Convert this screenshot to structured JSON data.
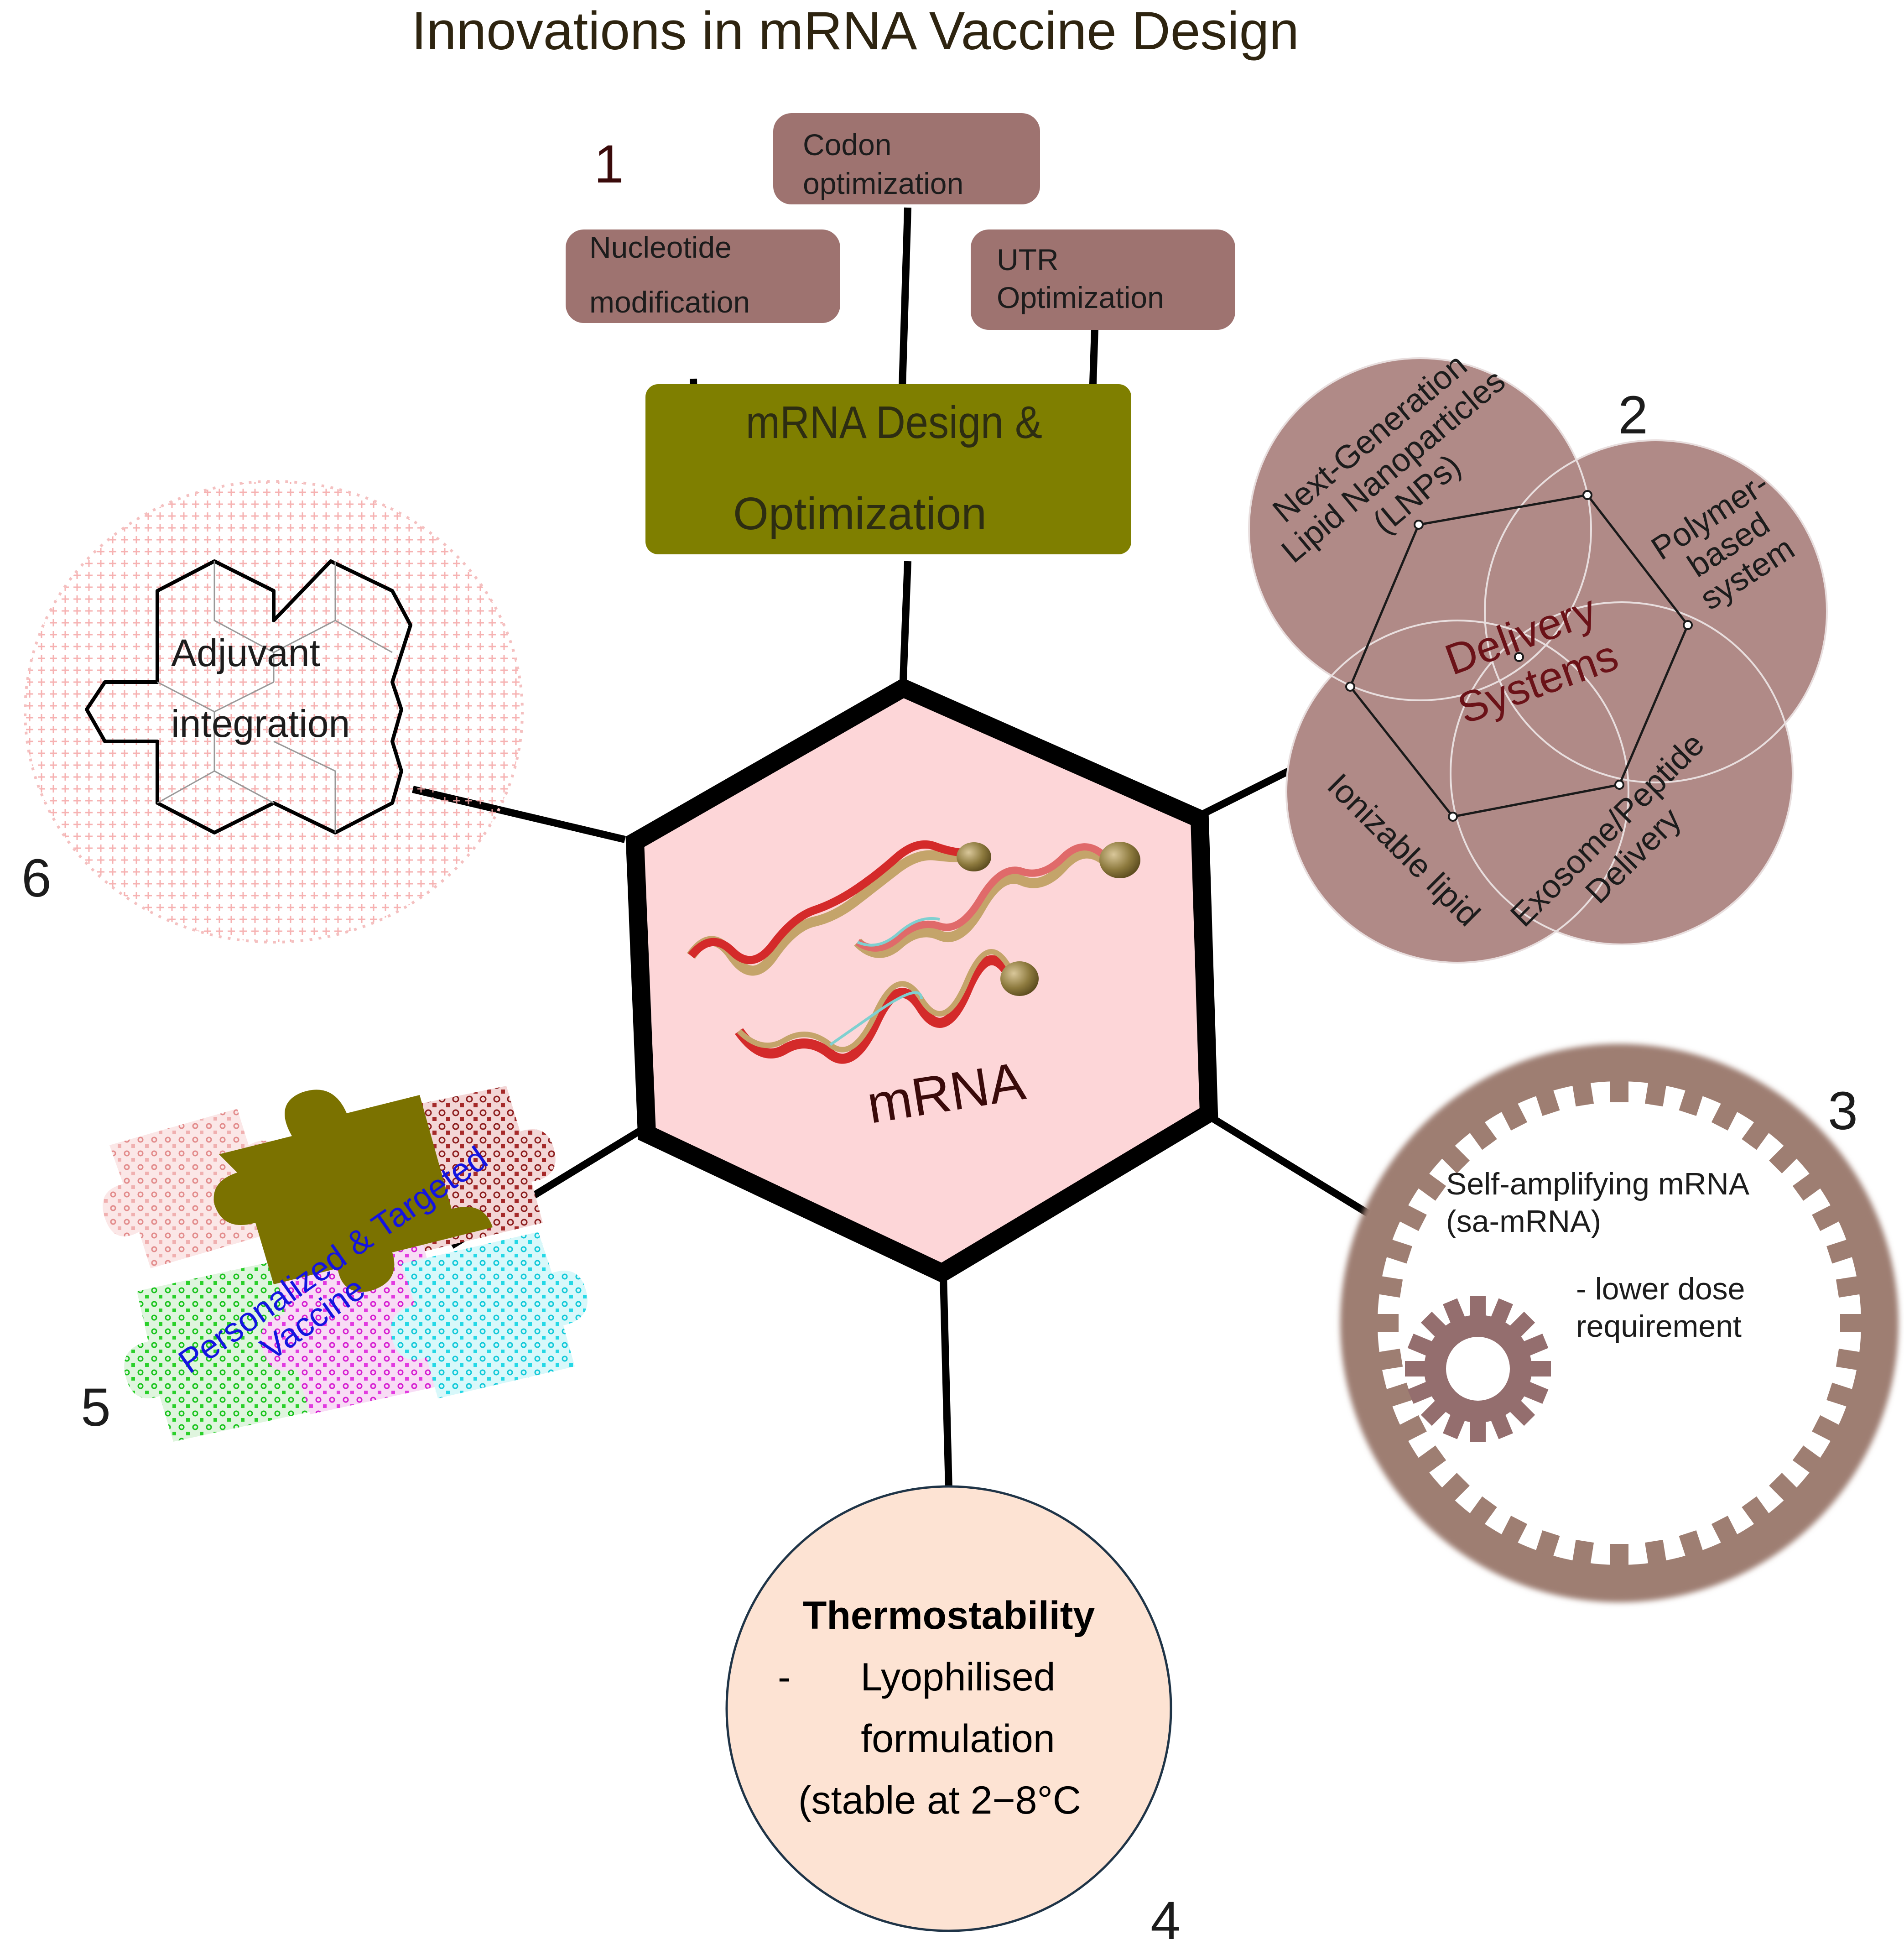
{
  "title": "Innovations in mRNA Vaccine Design",
  "center": {
    "label": "mRNA"
  },
  "numbers": {
    "n1": "1",
    "n2": "2",
    "n3": "3",
    "n4": "4",
    "n5": "5",
    "n6": "6"
  },
  "design": {
    "label_line1": "mRNA Design &",
    "label_line2": "Optimization",
    "codon_line1": "Codon",
    "codon_line2": "optimization",
    "nucleotide_line1": "Nucleotide",
    "nucleotide_line2": "modification",
    "utr_line1": "UTR",
    "utr_line2": "Optimization"
  },
  "delivery": {
    "label_line1": "Delivery",
    "label_line2": "Systems",
    "lnp_line1": "Next-Generation",
    "lnp_line2": "Lipid Nanoparticles",
    "lnp_line3": "(LNPs)",
    "polymer_line1": "Polymer-",
    "polymer_line2": "based",
    "polymer_line3": "system",
    "ionizable": "Ionizable lipid",
    "exosome_line1": "Exosome/Peptide",
    "exosome_line2": "Delivery"
  },
  "sa_mrna": {
    "line1": "Self-amplifying mRNA",
    "line2": "(sa-mRNA)",
    "dose_line1": "- lower dose",
    "dose_line2": "requirement"
  },
  "thermo": {
    "title": "Thermostability",
    "dash": "-",
    "line1": "Lyophilised",
    "line2": "formulation",
    "line3": "(stable at 2−8°C"
  },
  "personalized": {
    "line1": "Personalized & Targeted",
    "line2": "Vaccine"
  },
  "adjuvant": {
    "line1": "Adjuvant",
    "line2": "integration"
  },
  "colors": {
    "title": "#2e2410",
    "hexagon_fill": "#fdd6d8",
    "design_box": "#7f7f00",
    "sub_box": "#9e7370",
    "delivery_circle": "#b08a87",
    "delivery_text": "#6b1218",
    "gear": "#9e7e72",
    "small_gear": "#946e6e",
    "thermo_fill": "#fde3d3",
    "puzzle_olive": "#7b7200",
    "personalized_text": "#1414e0",
    "adjuvant_dots": "#f29a9a"
  }
}
